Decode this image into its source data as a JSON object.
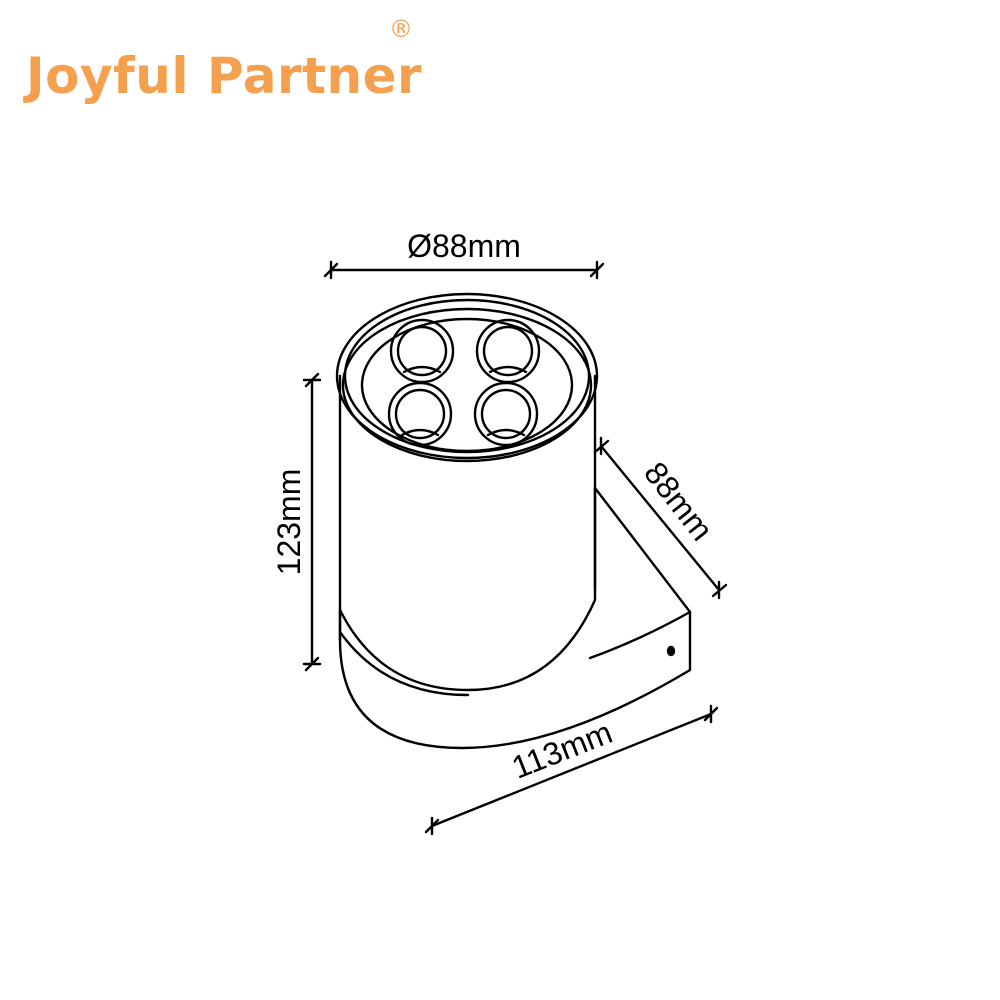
{
  "brand": {
    "name": "Joyful Partner",
    "mark": "®",
    "color": "#f5a04f"
  },
  "dimensions": {
    "diameter": "Ø88mm",
    "height": "123mm",
    "depth": "88mm",
    "length": "113mm"
  },
  "drawing": {
    "line_color": "#000000",
    "lens_count": 4
  }
}
